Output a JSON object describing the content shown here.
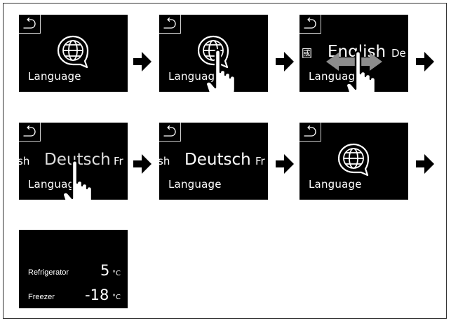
{
  "steps": {
    "s1": {
      "label": "Language"
    },
    "s2": {
      "label": "Language"
    },
    "s3": {
      "label": "Language",
      "left_lang": "國",
      "center_lang": "English",
      "right_lang": "De"
    },
    "s4": {
      "label": "Language",
      "left_lang": "sh",
      "center_lang": "Deutsch",
      "right_lang": "Fr"
    },
    "s5": {
      "label": "Language",
      "left_lang": "sh",
      "center_lang": "Deutsch",
      "right_lang": "Fr"
    },
    "s6": {
      "label": "Language"
    }
  },
  "status": {
    "fridge_label": "Refrigerator",
    "fridge_value": "5",
    "fridge_unit": "°C",
    "freezer_label": "Freezer",
    "freezer_value": "-18",
    "freezer_unit": "°C"
  },
  "icons": {
    "back": "back-arrow-icon",
    "globe": "globe-icon",
    "hand": "pointing-hand-icon",
    "next": "right-arrow-icon",
    "swipe": "swipe-left-right-icon"
  },
  "colors": {
    "screen": "#000000",
    "text": "#ffffff",
    "arrow": "#000000",
    "frame": "#333333"
  }
}
